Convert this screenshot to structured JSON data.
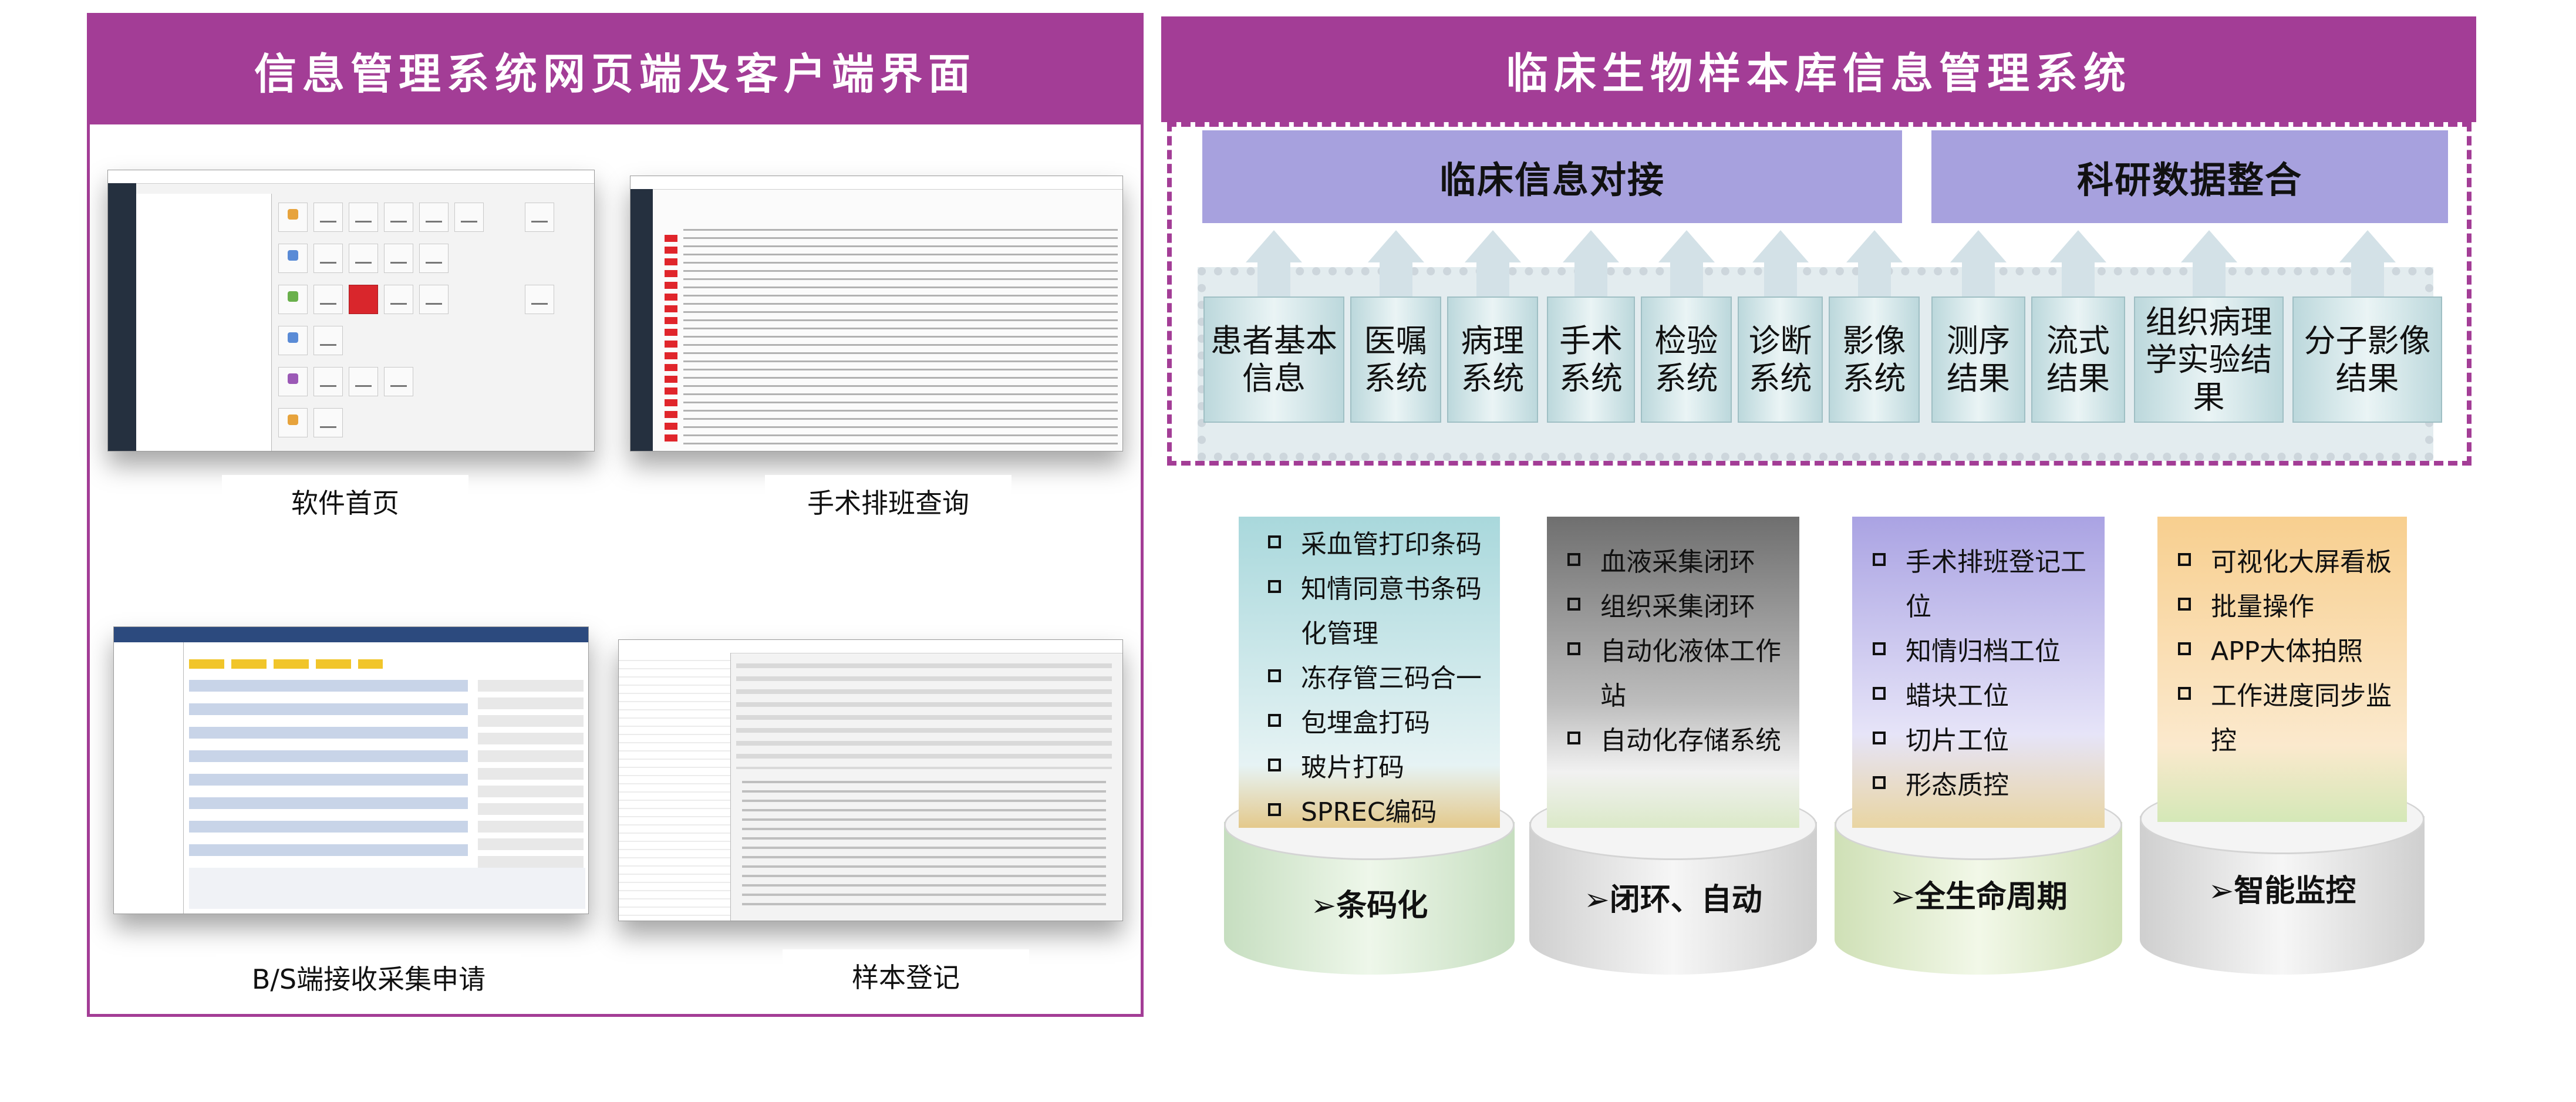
{
  "left": {
    "title": "信息管理系统网页端及客户端界面",
    "captions": {
      "home": "软件首页",
      "surgery": "手术排班查询",
      "bs": "B/S端接收采集申请",
      "register": "样本登记"
    }
  },
  "right": {
    "title": "临床生物样本库信息管理系统",
    "group_clinical": "临床信息对接",
    "group_research": "科研数据整合",
    "sources": [
      "患者基本信息",
      "医嘱系统",
      "病理系统",
      "手术系统",
      "检验系统",
      "诊断系统",
      "影像系统",
      "测序结果",
      "流式结果",
      "组织病理学实验结果",
      "分子影像结果"
    ],
    "cards": [
      {
        "label": "➢条码化",
        "items": [
          "采血管打印条码",
          "知情同意书条码化管理",
          "冻存管三码合一",
          "包埋盒打码",
          "玻片打码",
          "SPREC编码"
        ]
      },
      {
        "label": "➢闭环、自动",
        "items": [
          "血液采集闭环",
          "组织采集闭环",
          "自动化液体工作站",
          "自动化存储系统"
        ]
      },
      {
        "label": "➢全生命周期",
        "items": [
          "手术排班登记工位",
          "知情归档工位",
          "蜡块工位",
          "切片工位",
          "形态质控"
        ]
      },
      {
        "label": "➢智能监控",
        "items": [
          "可视化大屏看板",
          "批量操作",
          "APP大体拍照",
          "工作进度同步监控"
        ]
      }
    ]
  }
}
